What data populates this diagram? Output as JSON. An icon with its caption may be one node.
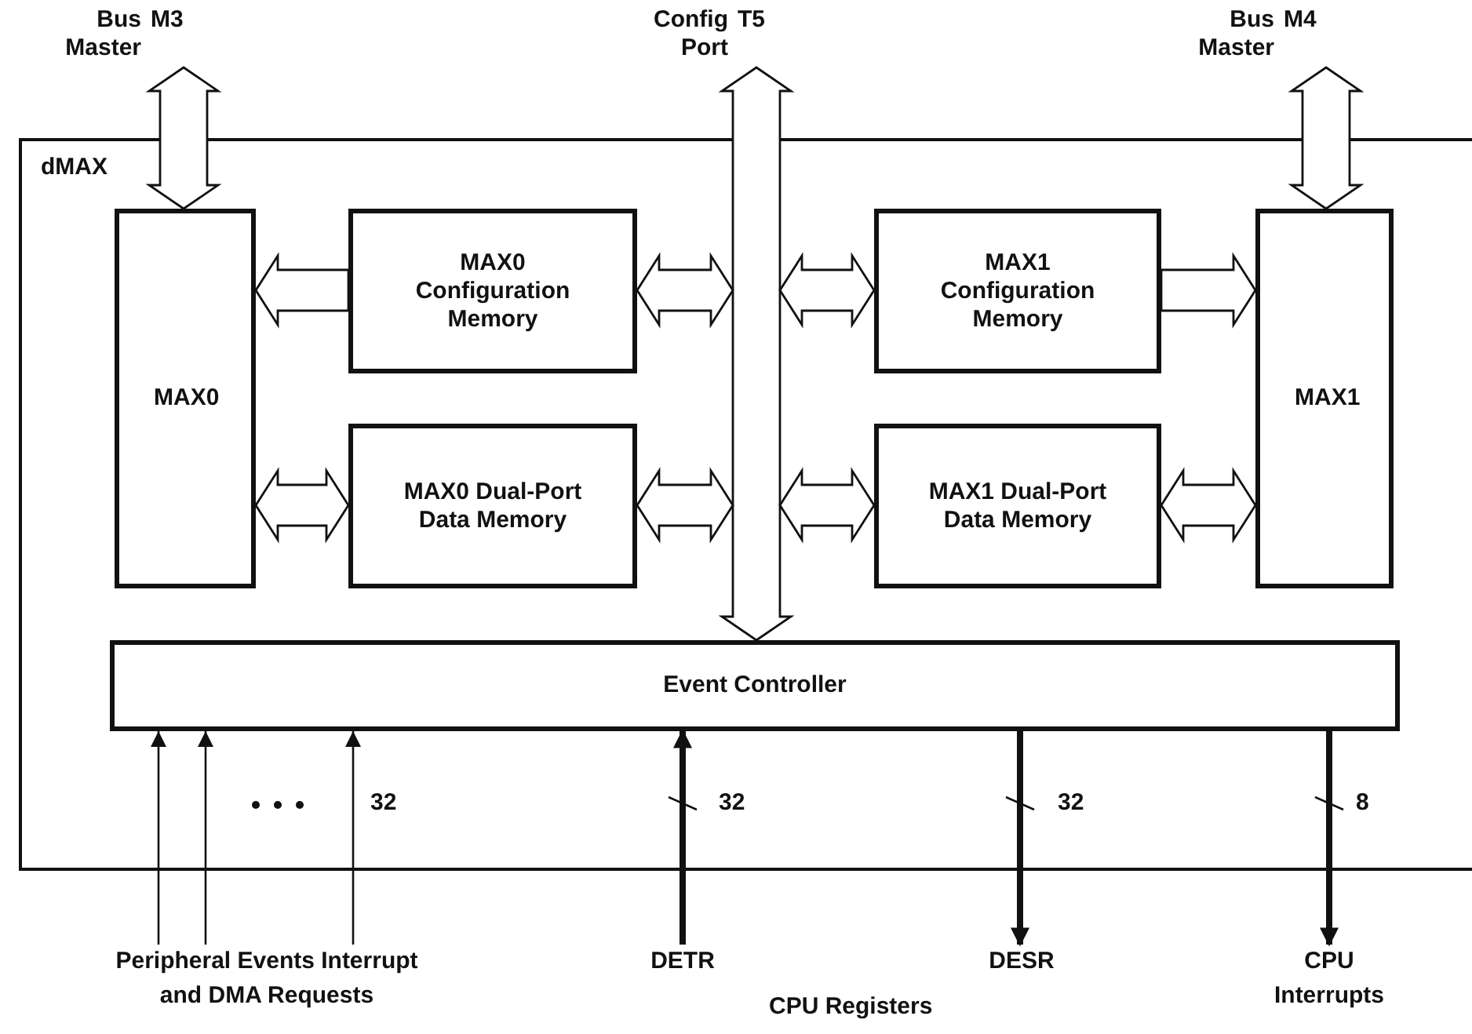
{
  "diagram": {
    "nodes": [
      {
        "text": [
          "dMAX"
        ]
      },
      {
        "text": [
          "MAX0"
        ],
        "in": 0
      },
      {
        "text": [
          "MAX0 Configuration Memory"
        ],
        "in": 0
      },
      {
        "text": [
          "MAX0 Dual-Port Data Memory"
        ],
        "in": 0
      },
      {
        "text": [
          "MAX1 Configuration Memory"
        ],
        "in": 0
      },
      {
        "text": [
          "MAX1 Dual-Port Data Memory"
        ],
        "in": 0
      },
      {
        "text": [
          "MAX1"
        ],
        "in": 0
      },
      {
        "text": [
          "Event Controller"
        ],
        "in": 0
      },
      {
        "text": [
          "Bus Master",
          "M3"
        ]
      },
      {
        "text": [
          "Config Port",
          "T5"
        ]
      },
      {
        "text": [
          "Bus Master",
          "M4"
        ]
      },
      {
        "text": [
          "Peripheral Events Interrupt and DMA Requests"
        ]
      },
      {
        "text": [
          "DETR"
        ]
      },
      {
        "text": [
          "DESR"
        ]
      },
      {
        "text": [
          "CPU Interrupts"
        ]
      }
    ],
    "edges": [
      {
        "from": 8,
        "to": 1,
        "arrow": "both"
      },
      {
        "from": 9,
        "to": 7,
        "arrow": "both"
      },
      {
        "from": 10,
        "to": 6,
        "arrow": "both"
      },
      {
        "from": 2,
        "to": 1,
        "arrow": "to"
      },
      {
        "from": 2,
        "to": null,
        "arrow": "both"
      },
      {
        "from": 3,
        "to": 1,
        "arrow": "both"
      },
      {
        "from": 3,
        "to": null,
        "arrow": "both"
      },
      {
        "from": 4,
        "to": null,
        "arrow": "both"
      },
      {
        "from": 4,
        "to": 6,
        "arrow": "to"
      },
      {
        "from": 5,
        "to": null,
        "arrow": "both"
      },
      {
        "from": 5,
        "to": 6,
        "arrow": "both"
      },
      {
        "from": 11,
        "to": 7,
        "arrow": "to"
      },
      {
        "from": 11,
        "to": 7,
        "arrow": "to"
      },
      {
        "from": 11,
        "to": 7,
        "arrow": "to"
      },
      {
        "from": 12,
        "to": 7,
        "arrow": "to",
        "style": "thick"
      },
      {
        "from": 7,
        "to": 13,
        "arrow": "to",
        "style": "thick"
      },
      {
        "from": 7,
        "to": 14,
        "arrow": "to",
        "style": "thick"
      }
    ],
    "labels": [
      "32",
      "32",
      "32",
      "8",
      "CPU Registers"
    ]
  }
}
